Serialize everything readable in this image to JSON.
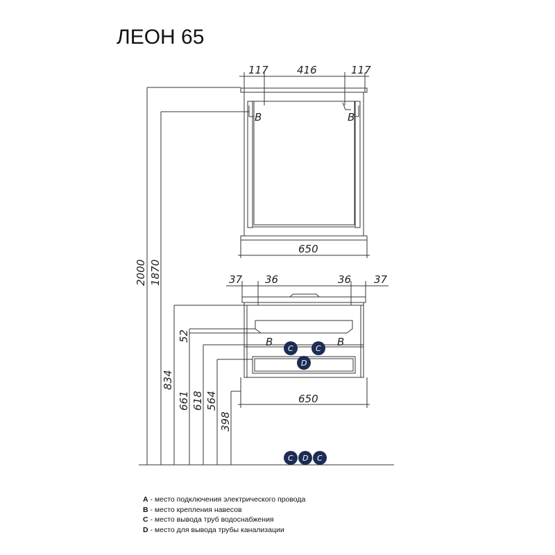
{
  "title": "ЛЕОН 65",
  "mirror": {
    "top_dims": [
      "117",
      "416",
      "117"
    ],
    "width": "650",
    "hanger_label": "B"
  },
  "cabinet": {
    "top_dims": [
      "37",
      "36",
      "36",
      "37"
    ],
    "width": "650",
    "hanger_label": "B",
    "water_label": "C",
    "drain_label": "D"
  },
  "heights": [
    "2000",
    "1870",
    "834",
    "52",
    "661",
    "618",
    "564",
    "398"
  ],
  "floor_badges": [
    "C",
    "D",
    "C"
  ],
  "legend": [
    {
      "key": "A",
      "text": " - место подключения электрического провода"
    },
    {
      "key": "B",
      "text": " - место крепления навесов"
    },
    {
      "key": "C",
      "text": " - место вывода труб водоснабжения"
    },
    {
      "key": "D",
      "text": " - место для вывода трубы канализации"
    }
  ],
  "colors": {
    "badge": "#1c2c55",
    "line": "#333333"
  }
}
